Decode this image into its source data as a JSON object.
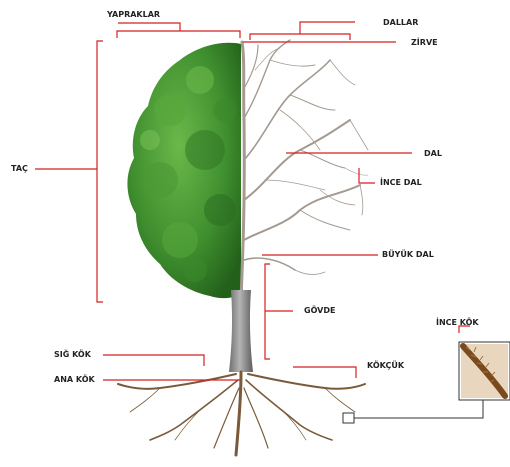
{
  "labels": {
    "yapraklar": "YAPRAKLAR",
    "dallar": "DALLAR",
    "zirve": "ZİRVE",
    "tac": "TAÇ",
    "dal": "DAL",
    "ince_dal": "İNCE DAL",
    "buyuk_dal": "BÜYÜK DAL",
    "govde": "GÖVDE",
    "ince_kok": "İNCE KÖK",
    "sig_kok": "SIĞ KÖK",
    "ana_kok": "ANA KÖK",
    "kokcuk": "KÖKÇÜK"
  },
  "colors": {
    "leader": "#d42020",
    "foliage": "#3f8f2f",
    "foliage_light": "#6bb84a",
    "foliage_dark": "#23601a",
    "bare_branch": "#a49a92",
    "trunk": "#8f8f8f",
    "root": "#7a5a3a",
    "text": "#222222"
  }
}
